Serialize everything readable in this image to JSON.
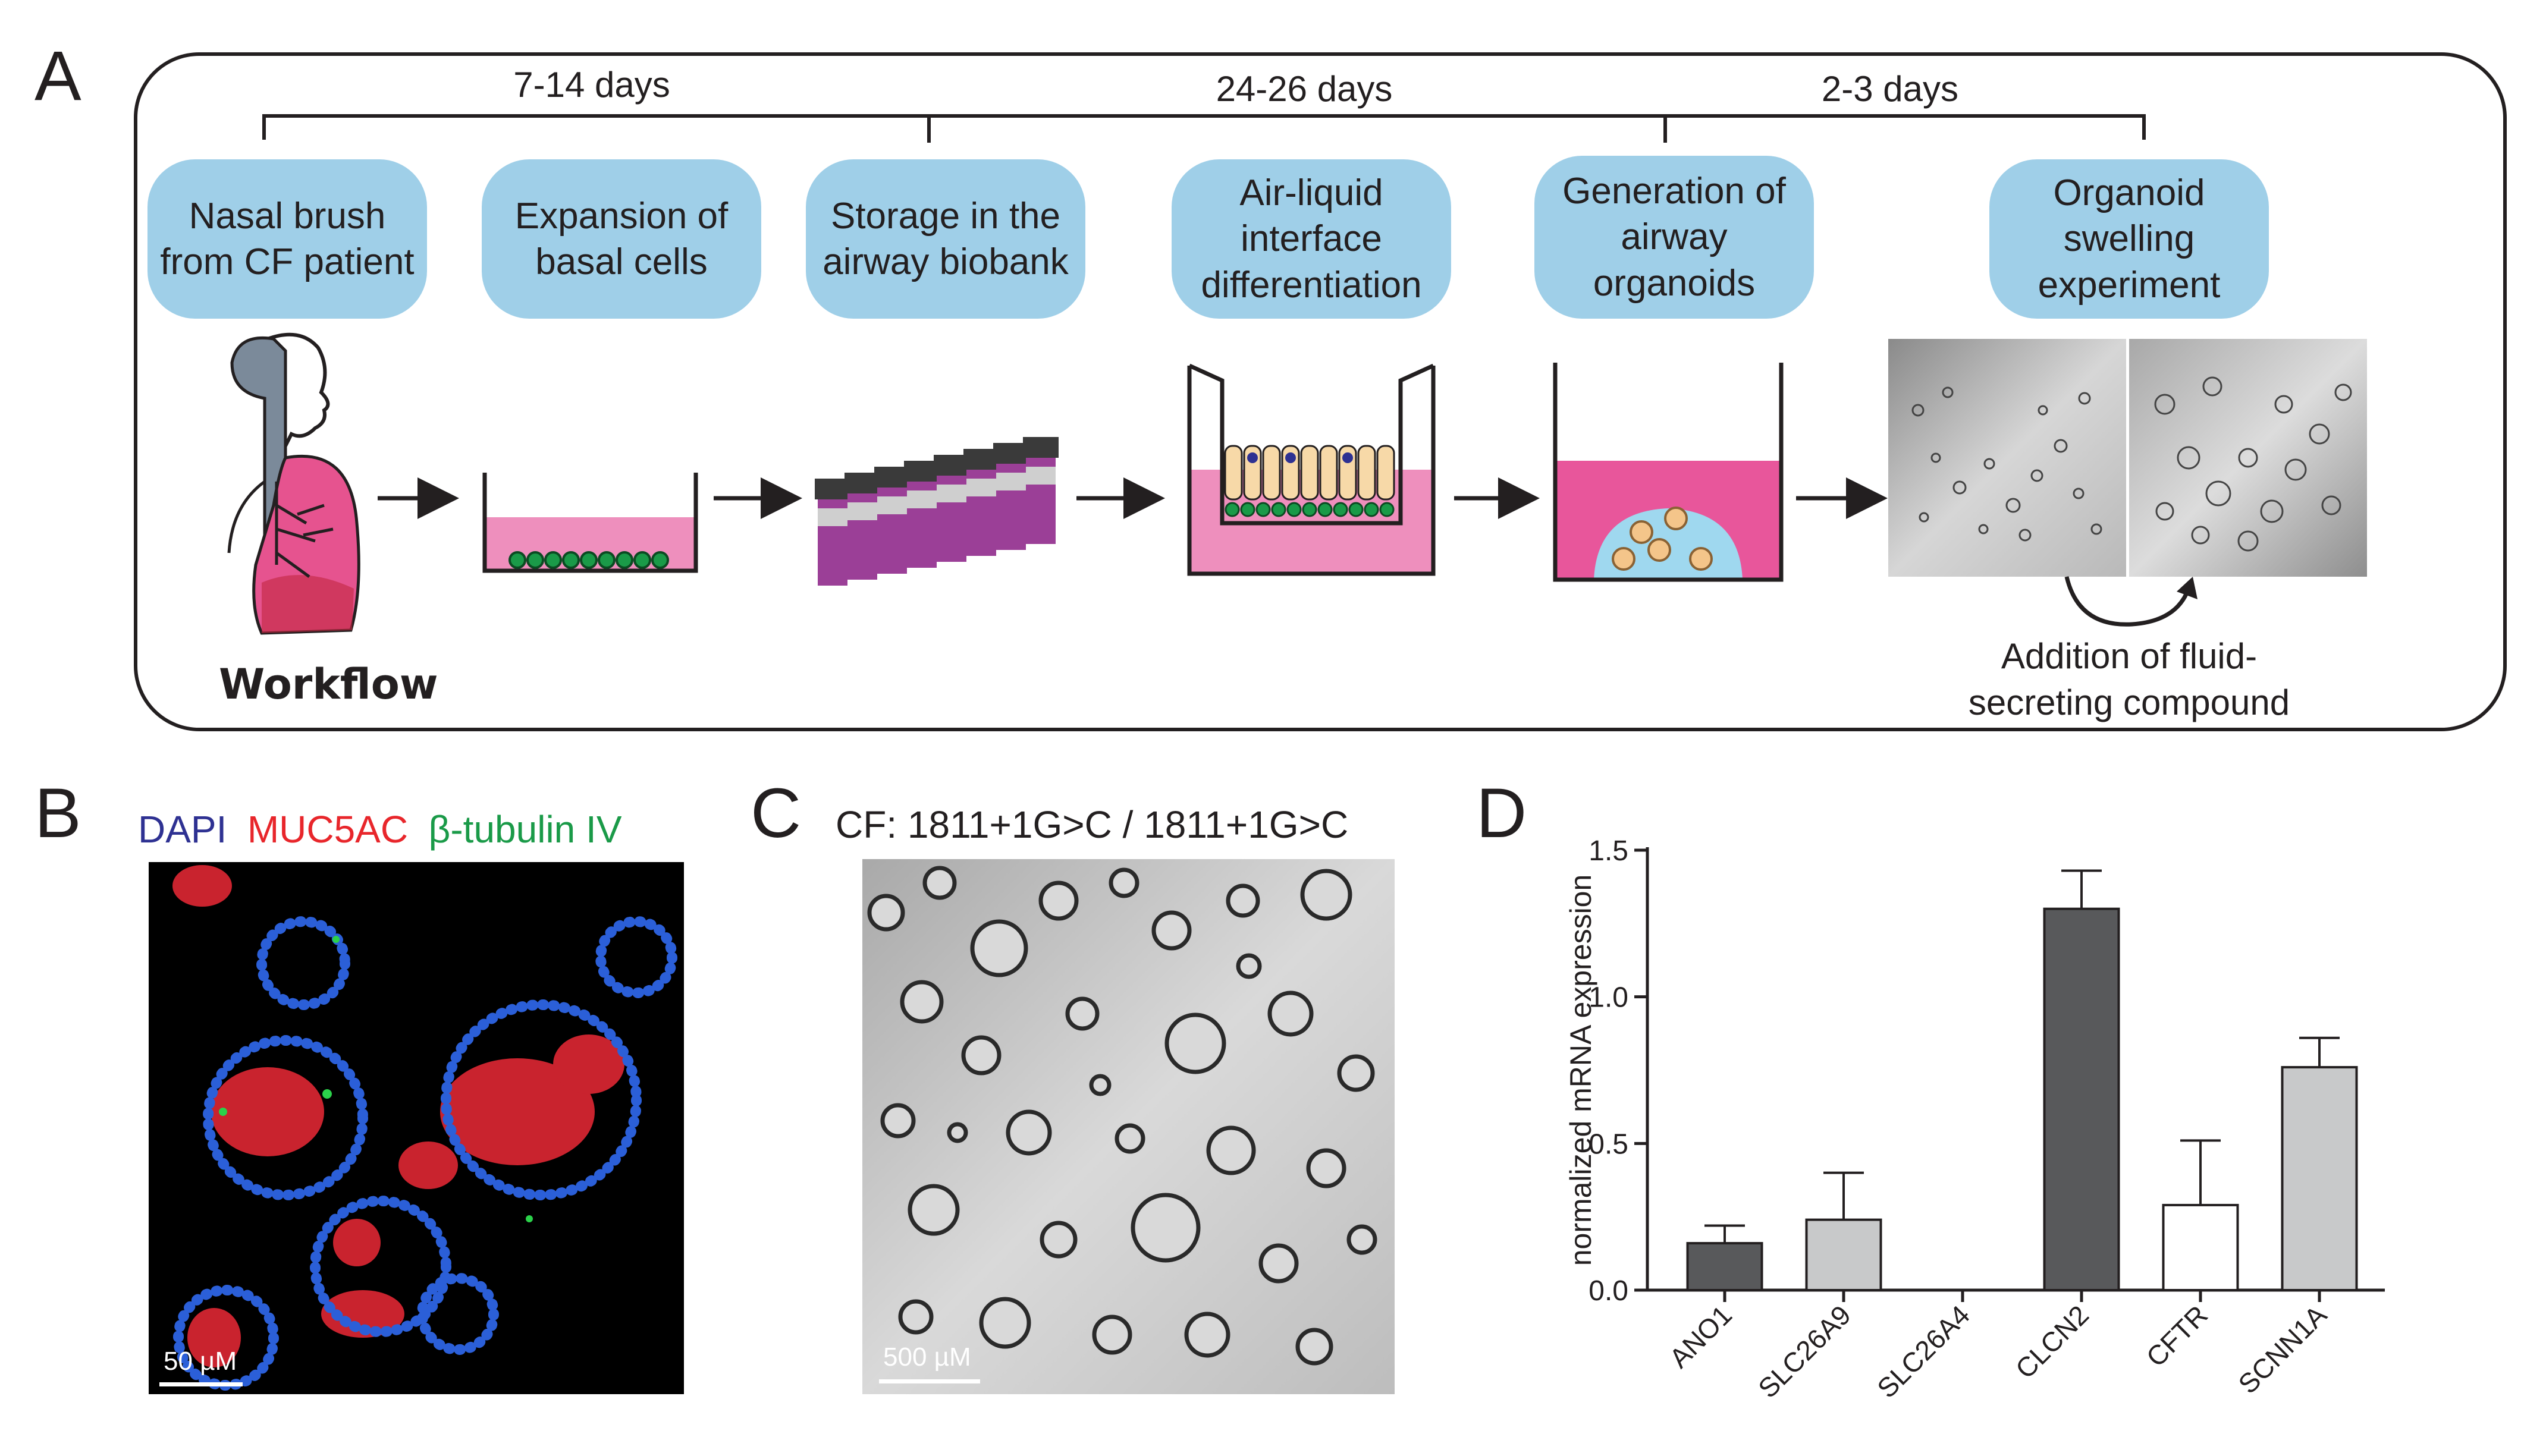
{
  "panels": {
    "a": "A",
    "b": "B",
    "c": "C",
    "d": "D"
  },
  "workflow": {
    "durations": [
      "7-14 days",
      "24-26 days",
      "2-3 days"
    ],
    "steps": [
      "Nasal brush\nfrom CF patient",
      "Expansion of\nbasal cells",
      "Storage in the\nairway biobank",
      "Air-liquid\ninterface\ndifferentiation",
      "Generation of\nairway\norganoids",
      "Organoid\nswelling\nexperiment"
    ],
    "label": "Workflow",
    "swelling_caption": "Addition of fluid-\nsecreting compound"
  },
  "panel_b": {
    "legend": [
      {
        "text": "DAPI",
        "color": "#2e3192"
      },
      {
        "text": "MUC5AC",
        "color": "#e8262b"
      },
      {
        "text": "β-tubulin IV",
        "color": "#1a9a48"
      }
    ],
    "scale": "50 µM"
  },
  "panel_c": {
    "title": "CF: 1811+1G>C / 1811+1G>C",
    "scale": "500 µM"
  },
  "colors": {
    "dark_bar": "#58595b",
    "light_bar": "#c8c9ca",
    "white_bar": "#ffffff",
    "step_box": "#9fcfe8",
    "medium": "#e8569b",
    "organoid_fill": "#9fd8ef"
  },
  "chart_data": {
    "type": "bar",
    "ylabel": "normalized mRNA expression",
    "ylim": [
      0,
      1.5
    ],
    "yticks": [
      "0.0",
      "0.5",
      "1.0",
      "1.5"
    ],
    "categories": [
      "ANO1",
      "SLC26A9",
      "SLC26A4",
      "CLCN2",
      "CFTR",
      "SCNN1A"
    ],
    "values": [
      0.16,
      0.24,
      0.0,
      1.3,
      0.29,
      0.76
    ],
    "errors": [
      0.06,
      0.16,
      0.0,
      0.13,
      0.22,
      0.1
    ],
    "bar_colors": [
      "#58595b",
      "#c8c9ca",
      "#ffffff",
      "#58595b",
      "#ffffff",
      "#c8c9ca"
    ]
  }
}
